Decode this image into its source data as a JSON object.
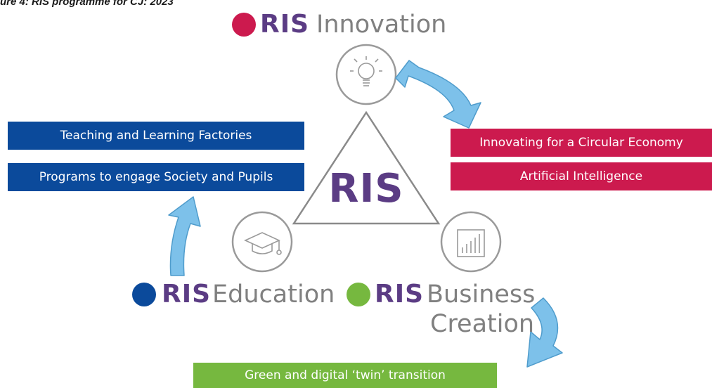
{
  "caption": "ure 4: RIS programme for CJ: 2023",
  "center_label": "RIS",
  "colors": {
    "innovation": "#cc1a4e",
    "education": "#0b4a9b",
    "business": "#76b83f",
    "arrow": "#7dc1ea",
    "ris_text": "#5b3c84",
    "gray": "#8a8a8a"
  },
  "pillars": {
    "innovation": {
      "prefix": "RIS",
      "name": "Innovation",
      "icon": "lightbulb-icon"
    },
    "education": {
      "prefix": "RIS",
      "name": "Education",
      "icon": "graduation-cap-icon"
    },
    "business": {
      "prefix": "RIS",
      "name_line1": "Business",
      "name_line2": "Creation",
      "icon": "bar-chart-icon"
    }
  },
  "boxes": {
    "education": [
      "Teaching and Learning Factories",
      "Programs to engage Society and Pupils"
    ],
    "innovation": [
      "Innovating for a Circular Economy",
      "Artificial Intelligence"
    ],
    "business": [
      "Green and digital ‘twin’ transition"
    ]
  }
}
